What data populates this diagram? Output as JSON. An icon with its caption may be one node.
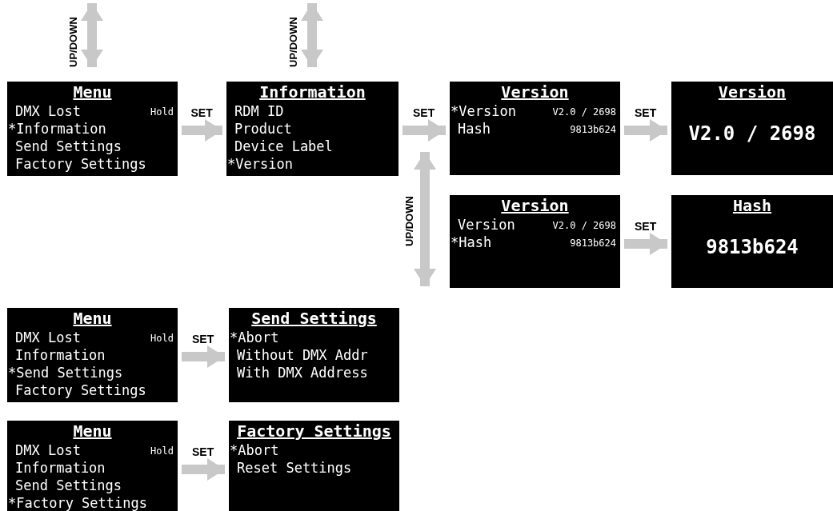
{
  "diagram": {
    "nodes": [
      {
        "text": [
          "Menu",
          "DMX Lost",
          "Hold",
          "*Information",
          "Send Settings",
          "Factory Settings"
        ]
      },
      {
        "text": [
          "Information",
          "RDM ID",
          "Product",
          "Device Label",
          "*Version"
        ]
      },
      {
        "text": [
          "Version",
          "*Version",
          "V2.0 / 2698",
          "Hash",
          "9813b624"
        ]
      },
      {
        "text": [
          "Version",
          "V2.0 / 2698"
        ]
      },
      {
        "text": [
          "Version",
          "Version",
          "V2.0 / 2698",
          "*Hash",
          "9813b624"
        ]
      },
      {
        "text": [
          "Hash",
          "9813b624"
        ]
      },
      {
        "text": [
          "Menu",
          "DMX Lost",
          "Hold",
          "Information",
          "*Send Settings",
          "Factory Settings"
        ]
      },
      {
        "text": [
          "Send Settings",
          "*Abort",
          "Without DMX Addr",
          "With DMX Address"
        ]
      },
      {
        "text": [
          "Menu",
          "DMX Lost",
          "Hold",
          "Information",
          "Send Settings",
          "*Factory Settings"
        ]
      },
      {
        "text": [
          "Factory Settings",
          "*Abort",
          "Reset Settings"
        ]
      }
    ],
    "edges": [
      {
        "from": 0,
        "to": 1,
        "arrow": "to",
        "label": "SET"
      },
      {
        "from": 1,
        "to": 2,
        "arrow": "to",
        "label": "SET"
      },
      {
        "from": 2,
        "to": 3,
        "arrow": "to",
        "label": "SET"
      },
      {
        "from": 2,
        "to": 4,
        "arrow": "both",
        "label": "UP/DOWN"
      },
      {
        "from": 4,
        "to": 5,
        "arrow": "to",
        "label": "SET"
      },
      {
        "from": 6,
        "to": 7,
        "arrow": "to",
        "label": "SET"
      },
      {
        "from": 8,
        "to": 9,
        "arrow": "to",
        "label": "SET"
      }
    ],
    "labels": [
      "UP/DOWN",
      "UP/DOWN"
    ]
  }
}
